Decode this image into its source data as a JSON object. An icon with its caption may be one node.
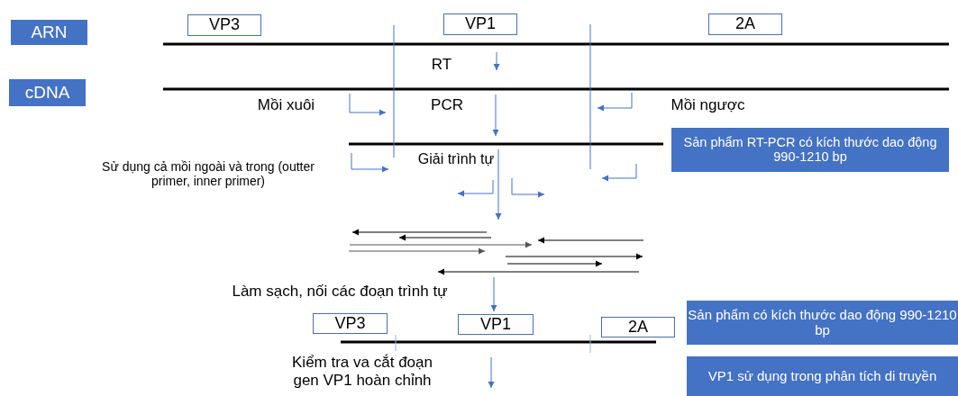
{
  "diagram": {
    "nodes": [
      {
        "text": [
          "ARN"
        ]
      },
      {
        "text": [
          "VP3"
        ]
      },
      {
        "text": [
          "VP1"
        ]
      },
      {
        "text": [
          "2A"
        ]
      },
      {
        "text": [
          "cDNA"
        ]
      },
      {
        "text": [
          "Sản phẩm RT-PCR có kích thước dao động 990-1210 bp"
        ]
      },
      {
        "text": [
          "VP3"
        ]
      },
      {
        "text": [
          "VP1"
        ]
      },
      {
        "text": [
          "2A"
        ]
      },
      {
        "text": [
          "Sản phẩm có kích thước dao động 990-1210 bp"
        ]
      },
      {
        "text": [
          "VP1 sử dụng trong phân tích di truyền"
        ]
      }
    ],
    "labels": [
      "RT",
      "Mồi xuôi",
      "PCR",
      "Mồi ngược",
      "Sử dụng cả mồi ngoài và trong (outter primer, inner primer)",
      "Giải trình tự",
      "Làm sạch, nối các đoạn trình tự",
      "Kiểm tra va cắt đoạn gen VP1 hoàn chỉnh"
    ]
  }
}
